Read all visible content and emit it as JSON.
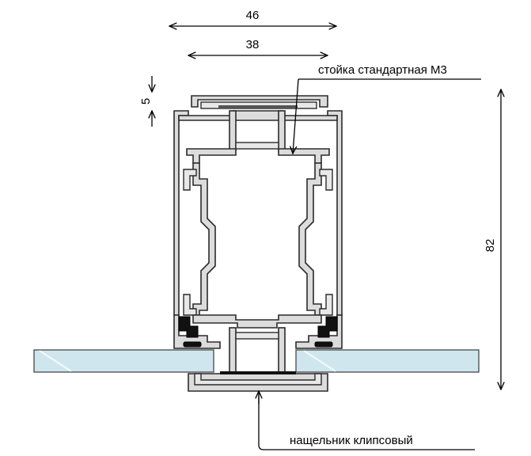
{
  "diagram": {
    "dimensions": {
      "outer_width": "46",
      "inner_width": "38",
      "gap": "5",
      "height": "82"
    },
    "labels": {
      "mullion": "стойка стандартная М3",
      "cover": "нащельник клипсовый"
    },
    "colors": {
      "line": "#000000",
      "profile_fill": "#dcdcdc",
      "glass_fill": "#cfe6ef",
      "gasket": "#111111"
    }
  }
}
